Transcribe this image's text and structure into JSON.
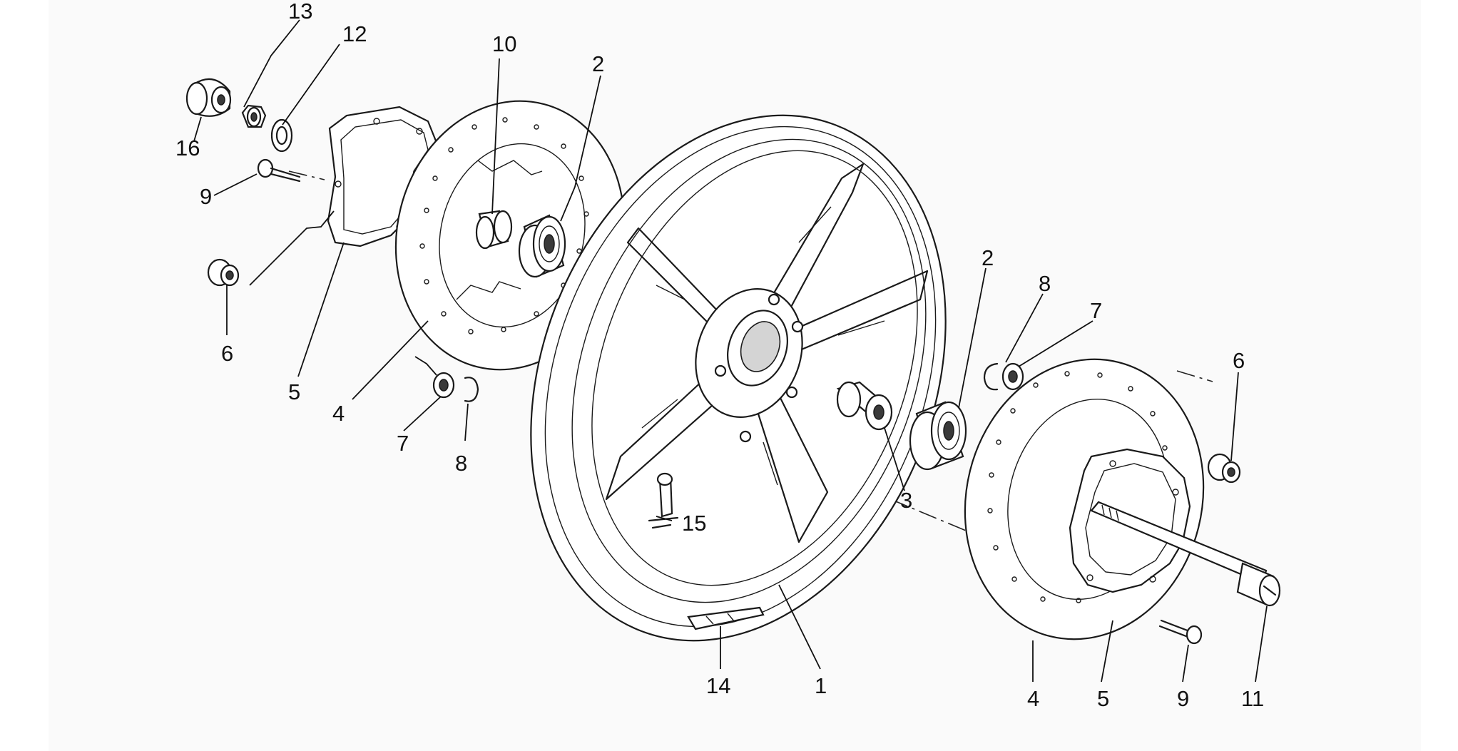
{
  "callouts": {
    "c1": "1",
    "c2a": "2",
    "c2b": "2",
    "c3": "3",
    "c4a": "4",
    "c4b": "4",
    "c5a": "5",
    "c5b": "5",
    "c6a": "6",
    "c6b": "6",
    "c7a": "7",
    "c7b": "7",
    "c8a": "8",
    "c8b": "8",
    "c9a": "9",
    "c9b": "9",
    "c10": "10",
    "c11": "11",
    "c12": "12",
    "c13": "13",
    "c14": "14",
    "c15": "15",
    "c16": "16"
  }
}
